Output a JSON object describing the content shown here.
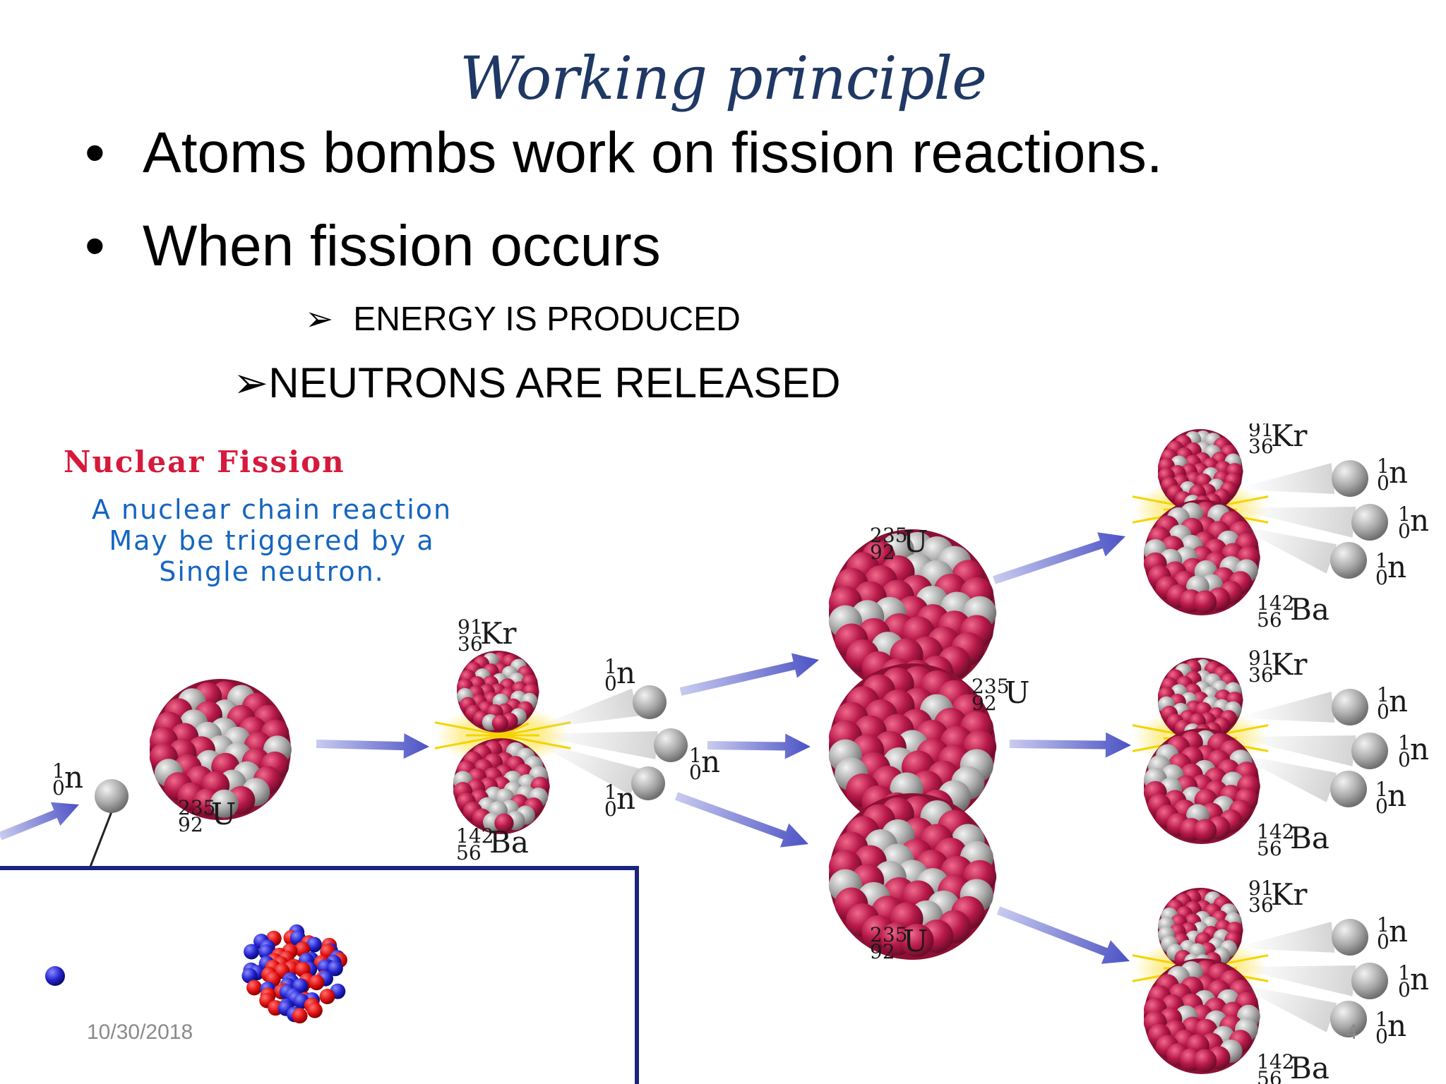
{
  "slide": {
    "title": "Working principle",
    "bullets": [
      "Atoms bombs work on fission reactions.",
      "When fission occurs"
    ],
    "sub_bullets": [
      "ENERGY IS PRODUCED",
      "NEUTRONS ARE RELEASED"
    ],
    "footer_date": "10/30/2018",
    "page_number": "4"
  },
  "figure": {
    "title": "Nuclear Fission",
    "caption_lines": [
      "A nuclear chain reaction",
      "May be triggered by a",
      "Single neutron."
    ],
    "labels": {
      "neutron": {
        "mass": "1",
        "atomic": "0",
        "symbol": "n"
      },
      "uranium": {
        "mass": "235",
        "atomic": "92",
        "symbol": "U"
      },
      "krypton": {
        "mass": "91",
        "atomic": "36",
        "symbol": "Kr"
      },
      "barium": {
        "mass": "142",
        "atomic": "56",
        "symbol": "Ba"
      }
    }
  },
  "colors": {
    "title": "#1f3864",
    "figure_title": "#d61a3c",
    "caption": "#1565c0",
    "proton": "#b8194a",
    "neutron_particle": "#a8a8a8",
    "arrow": "#6a6fc8",
    "inset_border": "#1a237e"
  }
}
